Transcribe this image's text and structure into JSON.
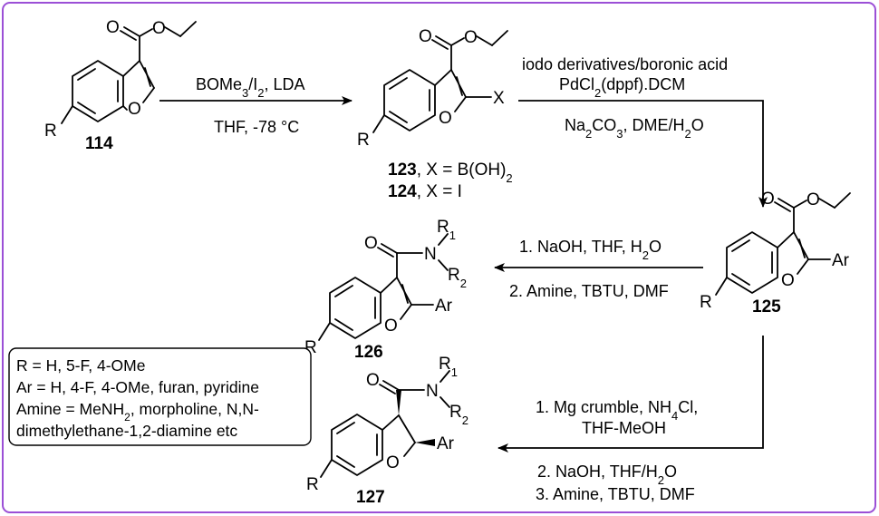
{
  "frame_color": "#9b4fd6",
  "compounds": {
    "c114": {
      "number": "114",
      "r_label": "R",
      "o_carbonyl": "O",
      "o_ester": "O",
      "o_ring": "O"
    },
    "c123_124": {
      "x_label": "X",
      "r_label": "R",
      "o_carbonyl": "O",
      "o_ester": "O",
      "o_ring": "O",
      "line1_number": "123",
      "line1_text": ", X = B(OH)",
      "line1_sub": "2",
      "line2_number": "124",
      "line2_text": ", X = I"
    },
    "c125": {
      "number": "125",
      "r_label": "R",
      "ar_label": "Ar",
      "o_carbonyl": "O",
      "o_ester": "O",
      "o_ring": "O"
    },
    "c126": {
      "number": "126",
      "r_label": "R",
      "ar_label": "Ar",
      "o_carbonyl": "O",
      "o_ring": "O",
      "n_label": "N",
      "r1": "R",
      "r1_sub": "1",
      "r2": "R",
      "r2_sub": "2"
    },
    "c127": {
      "number": "127",
      "r_label": "R",
      "ar_label": "Ar",
      "o_carbonyl": "O",
      "o_ring": "O",
      "n_label": "N",
      "r1": "R",
      "r1_sub": "1",
      "r2": "R",
      "r2_sub": "2"
    }
  },
  "steps": {
    "step1": {
      "above_a": "BOMe",
      "above_sub": "3",
      "above_b": "/I",
      "above_sub2": "2",
      "above_c": ", LDA",
      "below": "THF, -78 °C"
    },
    "step2": {
      "line1": "iodo derivatives/boronic acid",
      "line2_a": "PdCl",
      "line2_sub": "2",
      "line2_b": "(dppf).DCM",
      "line3_a": "Na",
      "line3_sub": "2",
      "line3_b": "CO",
      "line3_sub2": "3",
      "line3_c": ", DME/H",
      "line3_sub3": "2",
      "line3_d": "O"
    },
    "step3": {
      "line1_a": "1. NaOH, THF, H",
      "line1_sub": "2",
      "line1_b": "O",
      "line2": "2. Amine, TBTU, DMF"
    },
    "step4": {
      "line1_a": "1. Mg crumble, NH",
      "line1_sub": "4",
      "line1_b": "Cl,",
      "line2": "THF-MeOH",
      "line3_a": "2. NaOH, THF/H",
      "line3_sub": "2",
      "line3_b": "O",
      "line4": "3. Amine, TBTU, DMF"
    }
  },
  "legend": {
    "line1": "R = H, 5-F, 4-OMe",
    "line2": "Ar = H, 4-F, 4-OMe, furan, pyridine",
    "line3_a": "Amine = MeNH",
    "line3_sub": "2",
    "line3_b": ", morpholine, N,N-",
    "line4": "dimethylethane-1,2-diamine etc"
  }
}
